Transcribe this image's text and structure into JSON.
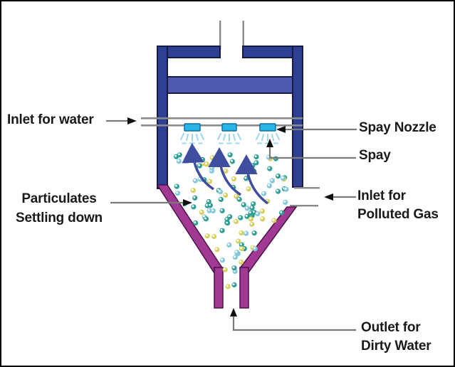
{
  "diagram": {
    "labels": {
      "inlet_water": "Inlet for water",
      "spray_nozzle": "Spay Nozzle",
      "spray": "Spay",
      "particulates_1": "Particulates",
      "particulates_2": "Settling down",
      "inlet_gas_1": "Inlet for",
      "inlet_gas_2": "Polluted Gas",
      "outlet_1": "Outlet for",
      "outlet_2": "Dirty Water"
    },
    "colors": {
      "tower_frame": "#2e3f94",
      "tower_frame_edge": "#161c45",
      "inner_band": "#4d5cae",
      "cone": "#a23a94",
      "cone_edge": "#4a1148",
      "nozzle": "#29b5e5",
      "spray": "#9ed7ee",
      "gas_arrow": "#3f4e9e",
      "pipe_gray": "#8a8a8a",
      "leader_gray": "#7a7a7a",
      "particle_teal": "#2f9e94",
      "particle_yellow": "#d8cf5e",
      "particle_blue": "#85c8de"
    }
  }
}
